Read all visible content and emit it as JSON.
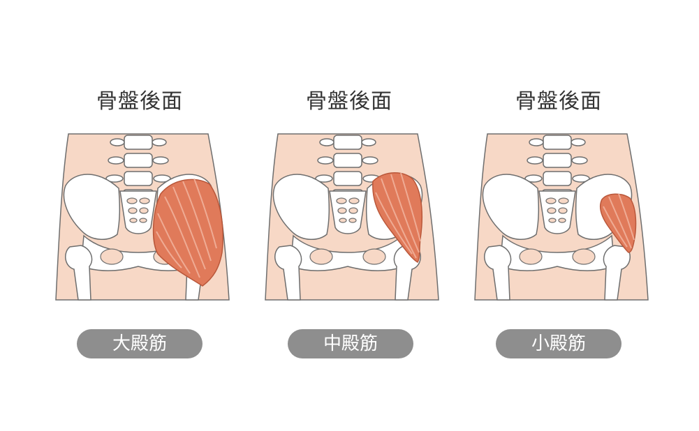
{
  "panels": [
    {
      "title": "骨盤後面",
      "label": "大殿筋",
      "muscle": "gluteus-maximus"
    },
    {
      "title": "骨盤後面",
      "label": "中殿筋",
      "muscle": "gluteus-medius"
    },
    {
      "title": "骨盤後面",
      "label": "小殿筋",
      "muscle": "gluteus-minimus"
    }
  ],
  "colors": {
    "skin": "#f7d8c6",
    "bone": "#ffffff",
    "bone_outline": "#6e6e6e",
    "muscle": "#e07a5a",
    "muscle_stripe": "#f3b8a3",
    "pill": "#8e8e8e",
    "pill_text": "#ffffff",
    "title_text": "#333333"
  }
}
